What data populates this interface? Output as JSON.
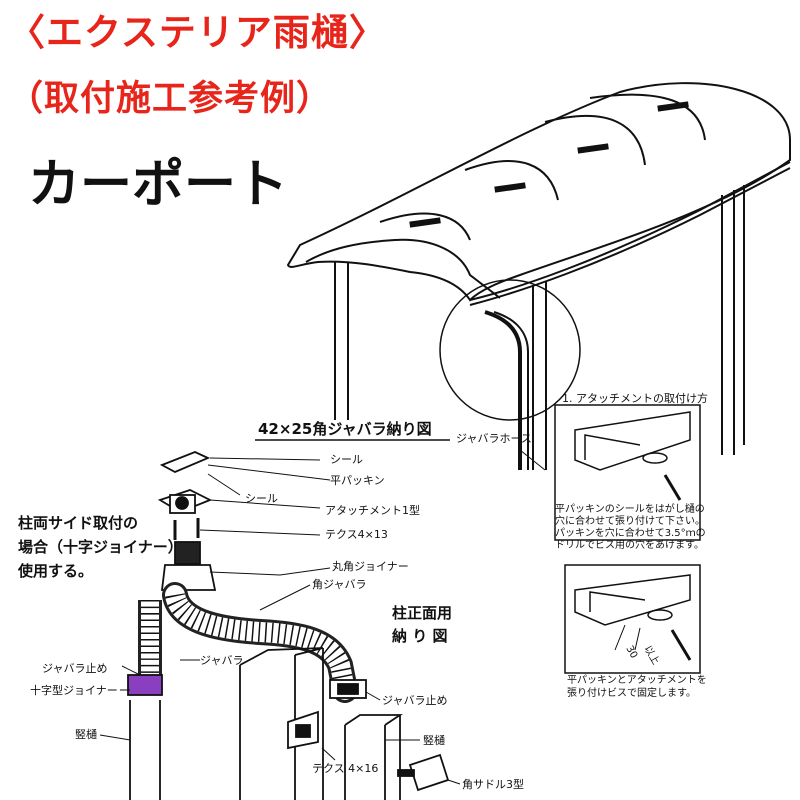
{
  "title": {
    "line1": "〈エクステリア雨樋〉",
    "line2": "（取付施工参考例）",
    "line3": "カーポート"
  },
  "diagram": {
    "main_heading": "42×25角ジャバラ納り図",
    "parts": {
      "seal_top": "シール",
      "flat_packing": "平パッキン",
      "seal_mid": "シール",
      "attachment": "アタッチメント1型",
      "screw_4x13": "テクス4×13",
      "round_joiner": "丸角ジョイナー",
      "square_jabara": "角ジャバラ",
      "jabara_left": "ジャバラ",
      "jabara_stop_left": "ジャバラ止め",
      "cross_joiner": "十字型ジョイナー",
      "downpipe_left": "竪樋",
      "jabara_stop_right": "ジャバラ止め",
      "downpipe_right": "竪樋",
      "screw_4x16": "テクス\n4×16",
      "saddle": "角サドル3型"
    },
    "side_note": [
      "柱両サイド取付の",
      "場合（十字ジョイナー）",
      "使用する。"
    ],
    "front_note": [
      "柱正面用",
      "納 り 図"
    ],
    "jabara_hose": "ジャバラホース",
    "step1_title": "1. アタッチメントの取付け方",
    "step1_text": [
      "平パッキンのシールをはがし樋の",
      "穴に合わせて張り付けて下さい。",
      "パッキンを穴に合わせて3.5°ｍの",
      "ドリルでビス用の穴をあけます。"
    ],
    "step2_text": [
      "平パッキンとアタッチメントを",
      "張り付けビスで固定します。"
    ],
    "dim_30": "30",
    "dim_over": "以上"
  },
  "colors": {
    "title_red": "#e8251b",
    "accent_purple": "#8a3fc0"
  }
}
